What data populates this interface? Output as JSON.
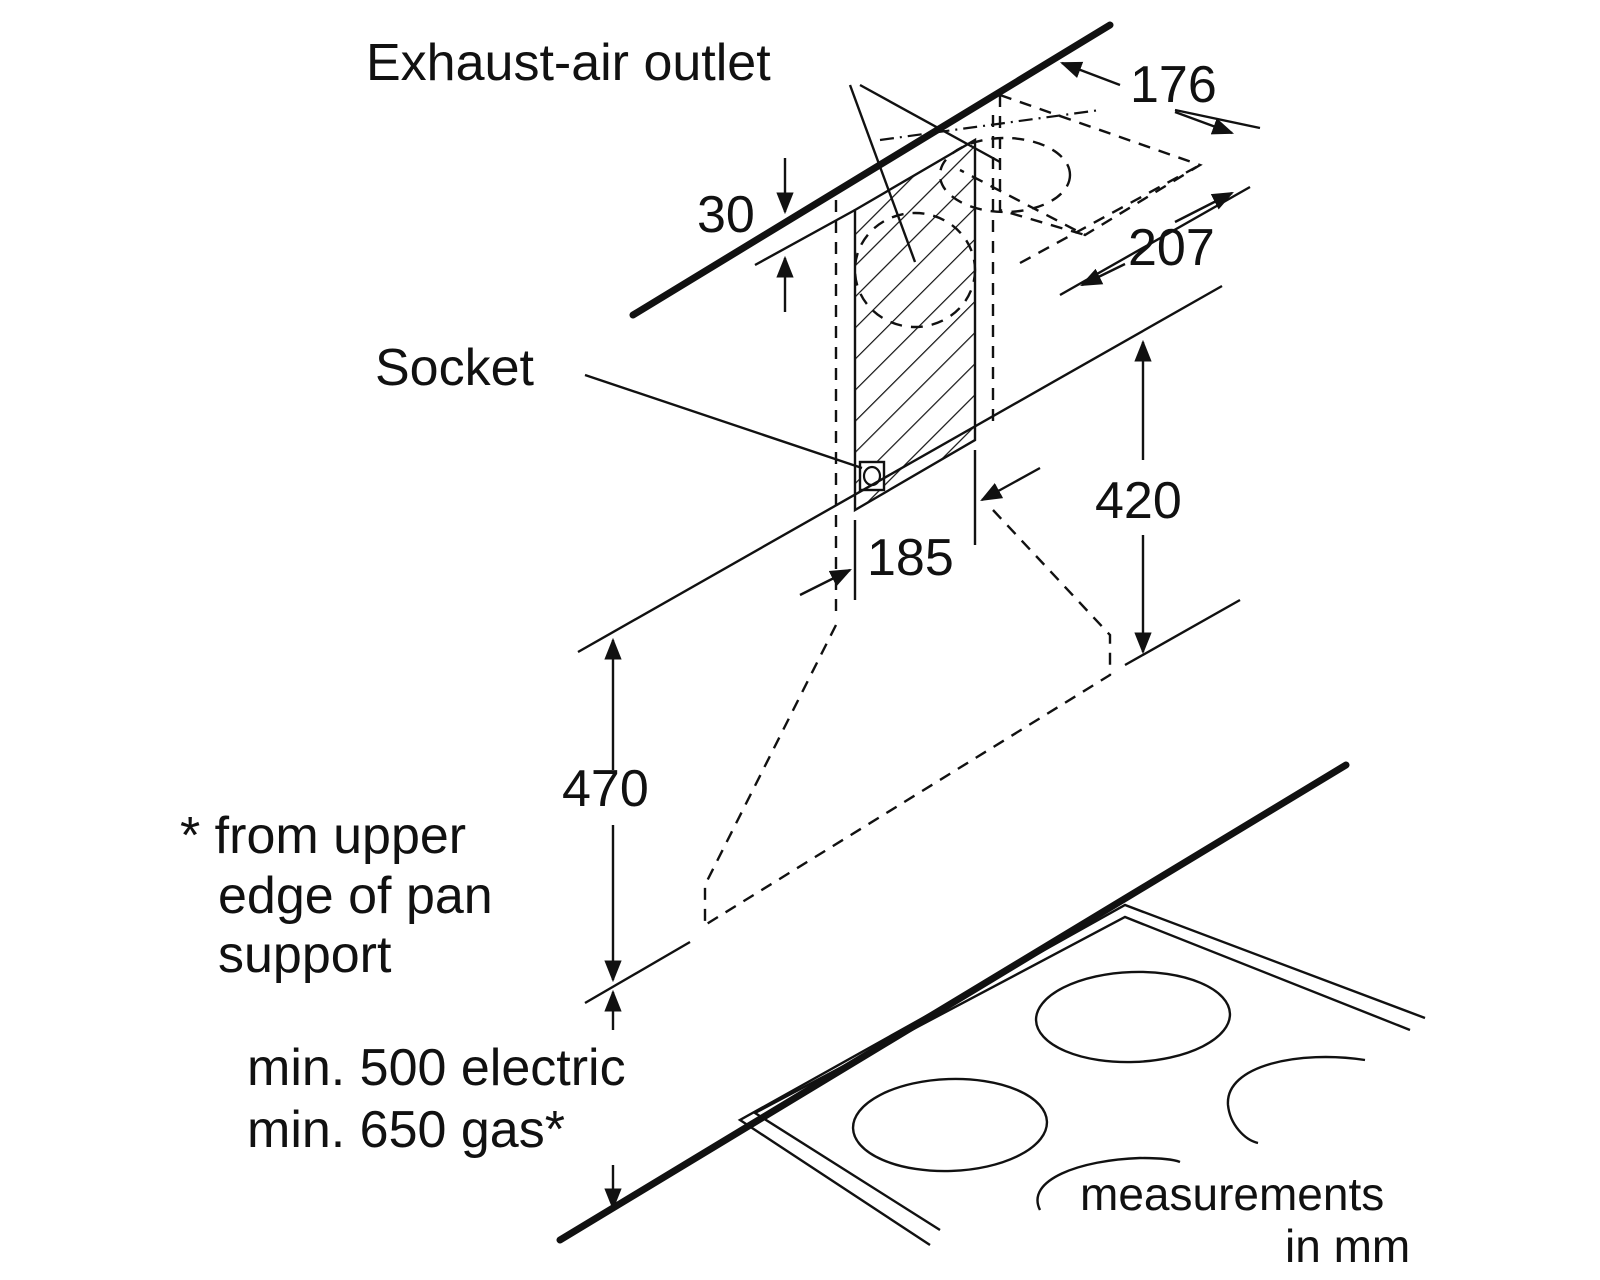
{
  "labels": {
    "exhaust_outlet": "Exhaust-air outlet",
    "socket": "Socket",
    "dim_176": "176",
    "dim_30": "30",
    "dim_207": "207",
    "dim_420": "420",
    "dim_185": "185",
    "dim_470": "470",
    "footnote_line1": "* from upper",
    "footnote_line2": "edge of pan",
    "footnote_line3": "support",
    "min_electric": "min. 500 electric",
    "min_gas": "min. 650 gas*",
    "units_line1": "measurements",
    "units_line2": "in mm"
  }
}
